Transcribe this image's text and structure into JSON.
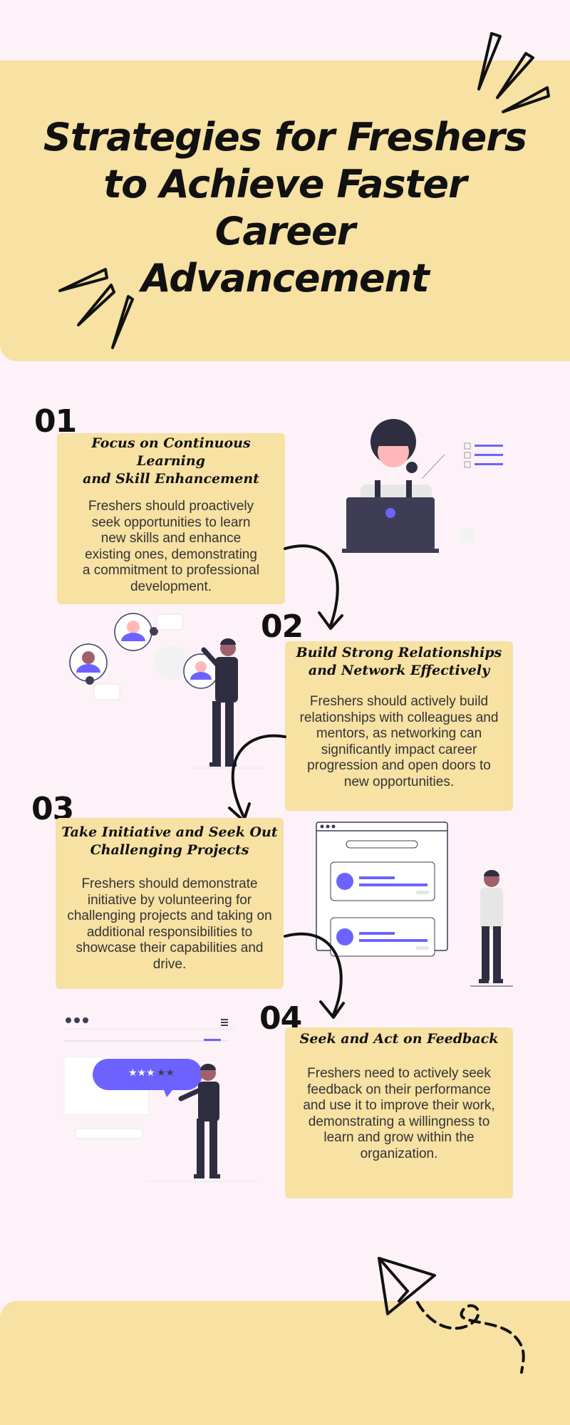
{
  "title": {
    "line1": "Strategies for Freshers",
    "line2": "to Achieve Faster Career",
    "line3": "Advancement"
  },
  "steps": [
    {
      "number": "01",
      "heading_line1": "Focus on Continuous Learning",
      "heading_line2": "and Skill Enhancement",
      "body": "Freshers should proactively seek opportunities to learn new skills and enhance existing ones, demonstrating a commitment to professional development."
    },
    {
      "number": "02",
      "heading_line1": "Build Strong Relationships",
      "heading_line2": "and Network Effectively",
      "body": "Freshers should actively build relationships with colleagues and mentors, as networking can significantly impact career progression and open doors to new opportunities."
    },
    {
      "number": "03",
      "heading_line1": "Take Initiative and Seek Out",
      "heading_line2": "Challenging Projects",
      "body": "Freshers should demonstrate initiative by volunteering for challenging projects and taking on additional responsibilities to showcase their capabilities and drive."
    },
    {
      "number": "04",
      "heading_line1": "Seek and Act on Feedback",
      "heading_line2": "",
      "body": "Freshers need to actively seek feedback on their performance and use it to improve their work, demonstrating a willingness to learn and grow within the organization."
    }
  ],
  "colors": {
    "background": "#fcf2f8",
    "band": "#f7e1a3",
    "accent": "#6c63ff",
    "ink": "#111111"
  },
  "icons": [
    "burst-lines-icon",
    "curved-arrow-icon",
    "paper-plane-icon"
  ],
  "illustrations": [
    "woman-laptop-illustration",
    "networking-man-illustration",
    "web-layout-person-illustration",
    "feedback-man-illustration"
  ]
}
